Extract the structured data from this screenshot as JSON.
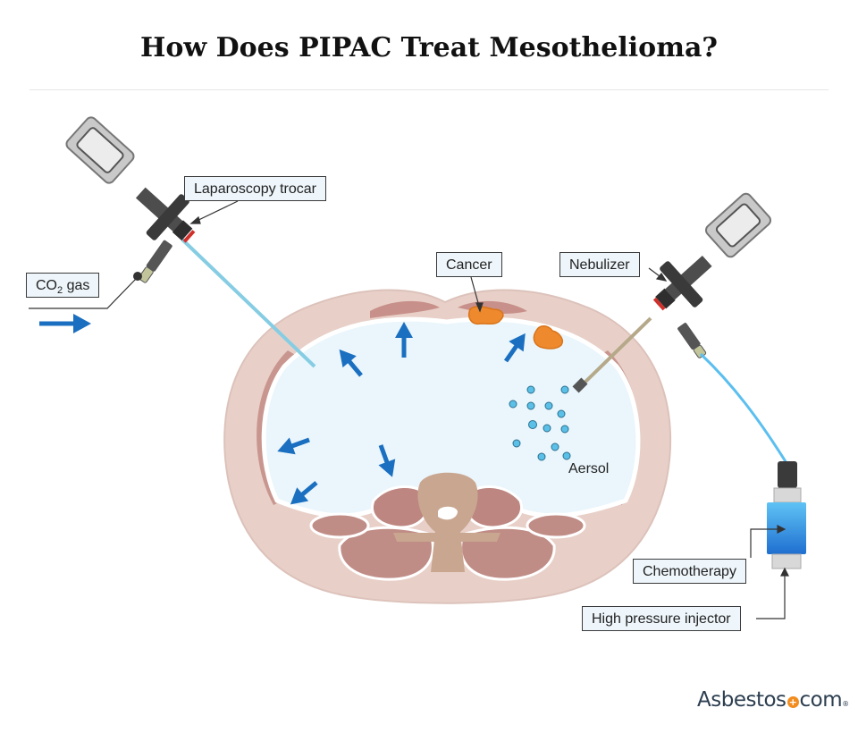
{
  "title": "How Does PIPAC Treat Mesothelioma?",
  "labels": {
    "trocar": "Laparoscopy trocar",
    "co2_prefix": "CO",
    "co2_sub": "2",
    "co2_suffix": " gas",
    "cancer": "Cancer",
    "nebulizer": "Nebulizer",
    "aerosol": "Aersol",
    "chemotherapy": "Chemotherapy",
    "injector": "High pressure injector"
  },
  "logo": {
    "prefix": "Asbestos",
    "plus": "+",
    "suffix": "com",
    "registered": "®"
  },
  "colors": {
    "arrow_blue": "#1b6fc0",
    "cavity_fill": "#eaf6fc",
    "tissue_outer": "#e5c9c0",
    "muscle": "#c88f88",
    "tumor_orange": "#ee8a2d",
    "aerosol_dot": "#5bc0e8",
    "chemo_blue": "#2b8fe0"
  }
}
